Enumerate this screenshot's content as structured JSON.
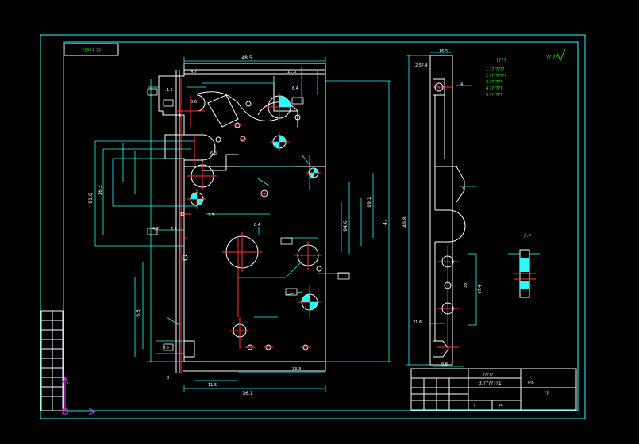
{
  "colors": {
    "background": "#000000",
    "frame": "#2ef7f7",
    "geometry": "#ffffff",
    "center_lines": "#ff3333",
    "dimensions": "#2ef7f7",
    "notes": "#33ff33",
    "ucs_axis": "#cc33cc",
    "section_fill": "#2ef7f7"
  },
  "drawing": {
    "header_box": "????? ??",
    "roughness_symbol": "?? ??",
    "notes_title": "????",
    "notes": [
      "1.???????",
      "2.????????",
      "3.??????",
      "4.??????",
      "5.??????"
    ],
    "section_label": "F-F",
    "title_block": {
      "company": "?????",
      "drawing_name": "3.??????1",
      "material": "??B",
      "scale": "?",
      "sheet_count": "?4",
      "stamp": "??"
    },
    "dimensions_main": [
      "48.5",
      "4.7",
      "1.5",
      "3.6",
      "11.5",
      "6.4",
      "5",
      "6.8",
      "2.4",
      "8.4",
      "7.5",
      "91.6",
      "16.3",
      "6.5",
      "47",
      "99.1",
      "94.6",
      "11.5",
      "36.1",
      "33.3",
      "8",
      "4.7",
      "9.5"
    ],
    "dimensions_side": [
      "2.5?.4",
      "16.5",
      "49.8",
      "4",
      "?",
      "67.4",
      "38",
      "21.6",
      "0.8"
    ]
  }
}
